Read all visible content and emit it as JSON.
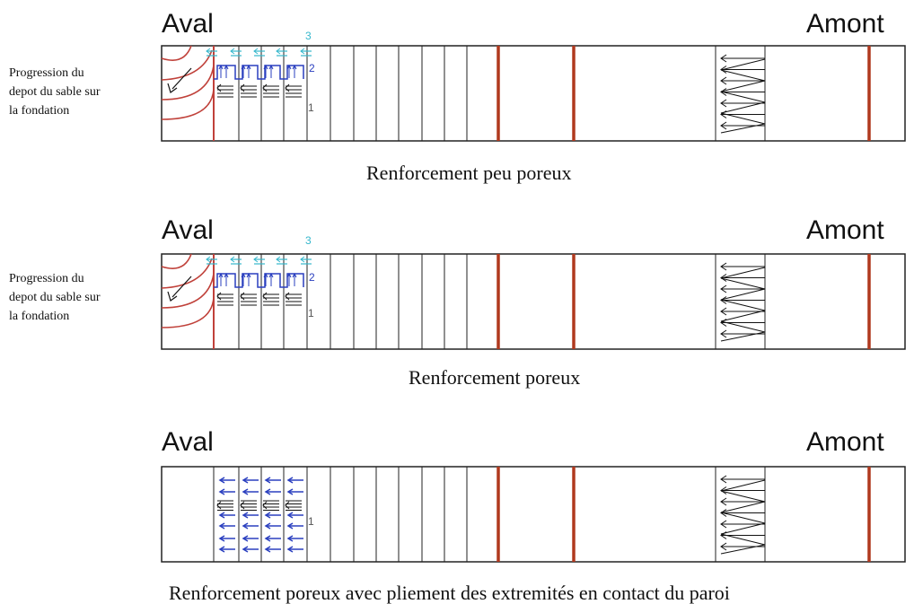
{
  "colors": {
    "outline": "#222222",
    "red": "#b0391e",
    "curve": "#c0413a",
    "blue": "#2a3fbf",
    "cyan": "#35b7cc",
    "black_arrow": "#111111"
  },
  "panels": [
    {
      "aval_label": "Aval",
      "amont_label": "Amont",
      "caption": "Renforcement peu poreux",
      "side_text": [
        "Progression du",
        "depot du sable sur",
        "la fondation"
      ],
      "marker_1": "1",
      "marker_2": "2",
      "marker_3": "3"
    },
    {
      "aval_label": "Aval",
      "amont_label": "Amont",
      "caption": "Renforcement poreux",
      "side_text": [
        "Progression du",
        "depot du sable sur",
        "la fondation"
      ],
      "marker_1": "1",
      "marker_2": "2",
      "marker_3": "3"
    },
    {
      "aval_label": "Aval",
      "amont_label": "Amont",
      "caption": "Renforcement poreux avec pliement des extremités en contact du paroi",
      "marker_1": "1"
    }
  ]
}
